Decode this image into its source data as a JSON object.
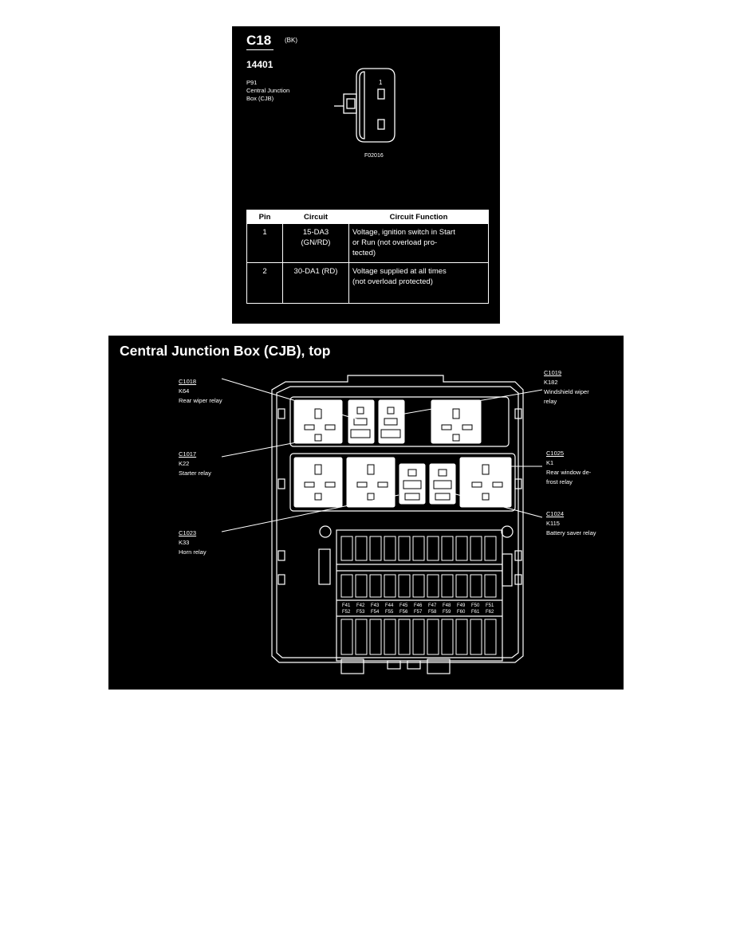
{
  "connector": {
    "id": "C18",
    "color": "(BK)",
    "part_number": "14401",
    "description": [
      "P91",
      "Central Junction",
      "Box (CJB)"
    ],
    "pin_labels": [
      "1"
    ],
    "figure_id": "F02016",
    "table": {
      "headers": [
        "Pin",
        "Circuit",
        "Circuit Function"
      ],
      "rows": [
        {
          "pin": "1",
          "circuit": [
            "15-DA3",
            "(GN/RD)"
          ],
          "function": [
            "Voltage, ignition switch in Start",
            "or Run (not overload pro-",
            "tected)"
          ]
        },
        {
          "pin": "2",
          "circuit": [
            "30-DA1 (RD)"
          ],
          "function": [
            "Voltage supplied at all times",
            "(not overload protected)"
          ]
        }
      ]
    }
  },
  "cjb": {
    "title": "Central Junction Box (CJB), top",
    "callouts": {
      "c1018": {
        "id": "C1018",
        "relay": "K64",
        "name": [
          "Rear wiper relay"
        ]
      },
      "c1017": {
        "id": "C1017",
        "relay": "K22",
        "name": [
          "Starter relay"
        ]
      },
      "c1023": {
        "id": "C1023",
        "relay": "K33",
        "name": [
          "Horn relay"
        ]
      },
      "c1019": {
        "id": "C1019",
        "relay": "K182",
        "name": [
          "Windshield wiper",
          "relay"
        ]
      },
      "c1025": {
        "id": "C1025",
        "relay": "K1",
        "name": [
          "Rear window de-",
          "frost relay"
        ]
      },
      "c1024": {
        "id": "C1024",
        "relay": "K115",
        "name": [
          "Battery saver relay"
        ]
      }
    },
    "fuse_labels_top": [
      "F41",
      "F42",
      "F43",
      "F44",
      "F45",
      "F46",
      "F47",
      "F48",
      "F49",
      "F50",
      "F51"
    ],
    "fuse_labels_bottom": [
      "F52",
      "F53",
      "F54",
      "F55",
      "F56",
      "F57",
      "F58",
      "F59",
      "F60",
      "F61",
      "F62"
    ]
  }
}
